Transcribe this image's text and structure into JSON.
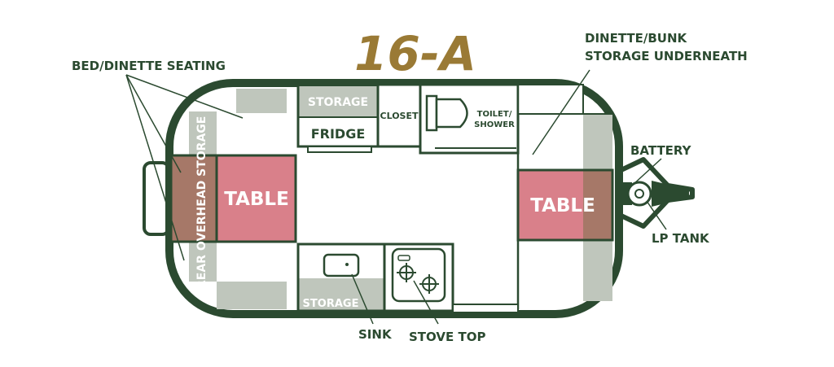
{
  "title": "16-A",
  "labels": {
    "bed_dinette_seating": "BED/DINETTE SEATING",
    "dinette_bunk_line1": "DINETTE/BUNK",
    "dinette_bunk_line2": "STORAGE UNDERNEATH",
    "battery": "BATTERY",
    "lp_tank": "LP TANK",
    "sink": "SINK",
    "stove_top": "STOVE TOP",
    "rear_overhead_storage": "REAR OVERHEAD STORAGE",
    "table_left": "TABLE",
    "table_right": "TABLE",
    "storage_top": "STORAGE",
    "fridge": "FRIDGE",
    "closet": "CLOSET",
    "toilet_line1": "TOILET/",
    "toilet_line2": "SHOWER",
    "storage_bottom": "STORAGE"
  },
  "colors": {
    "outline": "#2b4a30",
    "title": "#9a7a35",
    "table": "#d9808a",
    "table_overlap": "#a67868",
    "storage": "#bfc6bc"
  }
}
